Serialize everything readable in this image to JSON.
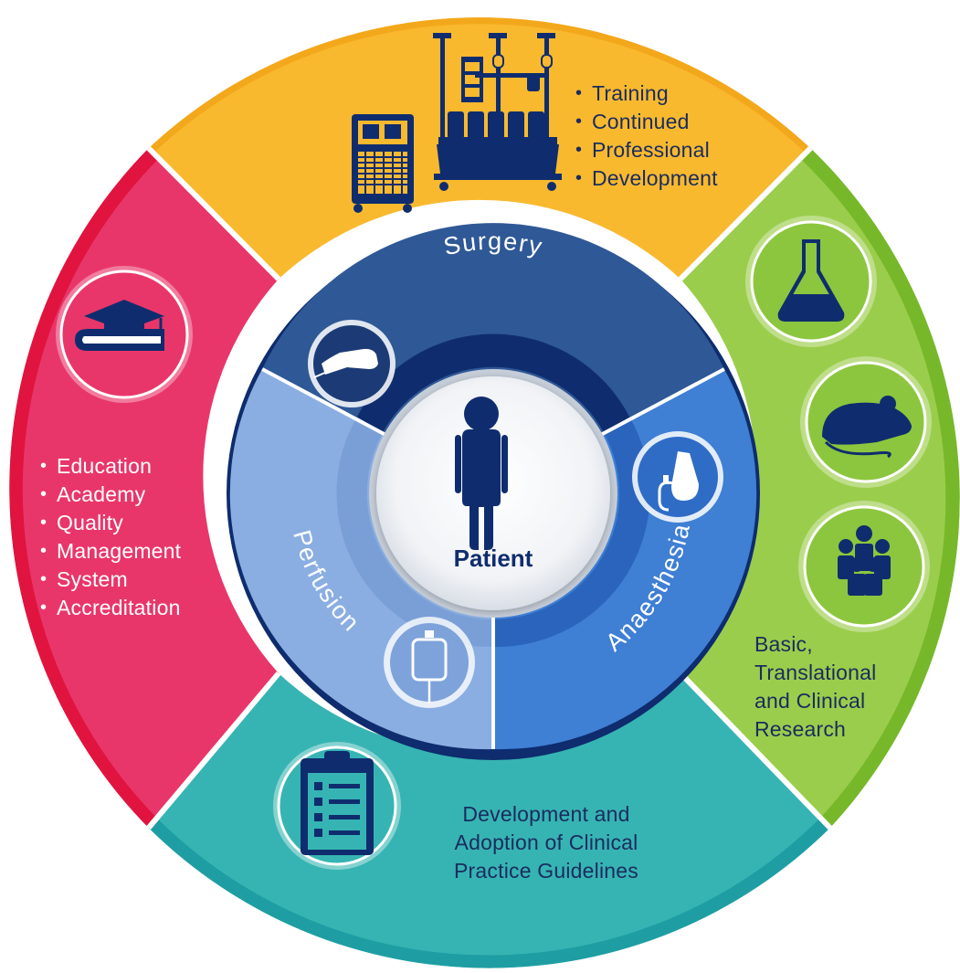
{
  "center": {
    "label": "Patient"
  },
  "inner_segments": {
    "surgery": "Surgery",
    "anaesthesia": "Anaesthesia",
    "perfusion": "Perfusion"
  },
  "outer_segments": {
    "training": {
      "items": [
        "Training",
        "Continued",
        "Professional",
        "Development"
      ]
    },
    "education": {
      "items": [
        "Education",
        "Academy",
        "Quality",
        "Management",
        "System",
        "Accreditation"
      ]
    },
    "research": {
      "lines": [
        "Basic,",
        "Translational",
        "and Clinical",
        "Research"
      ]
    },
    "guidelines": {
      "lines": [
        "Development and",
        "Adoption of Clinical",
        "Practice Guidelines"
      ]
    }
  },
  "colors": {
    "training": "#f9b92f",
    "education": "#e8305f",
    "research": "#8cc63e",
    "guidelines": "#2aa8a8",
    "surgery": "#2f5896",
    "anaesthesia": "#3f7fd4",
    "perfusion": "#88abe0",
    "dark_navy": "#1a2c5e"
  },
  "icons": {
    "training": "heart-lung-machine-icon",
    "education": "graduation-cap-book-icon",
    "research": [
      "flask-icon",
      "mouse-icon",
      "people-group-icon"
    ],
    "guidelines": "clipboard-checklist-icon",
    "surgery": "surgeon-hand-scalpel-icon",
    "anaesthesia": "anaesthesia-mask-icon",
    "perfusion": "iv-bag-icon",
    "patient": "person-icon"
  }
}
